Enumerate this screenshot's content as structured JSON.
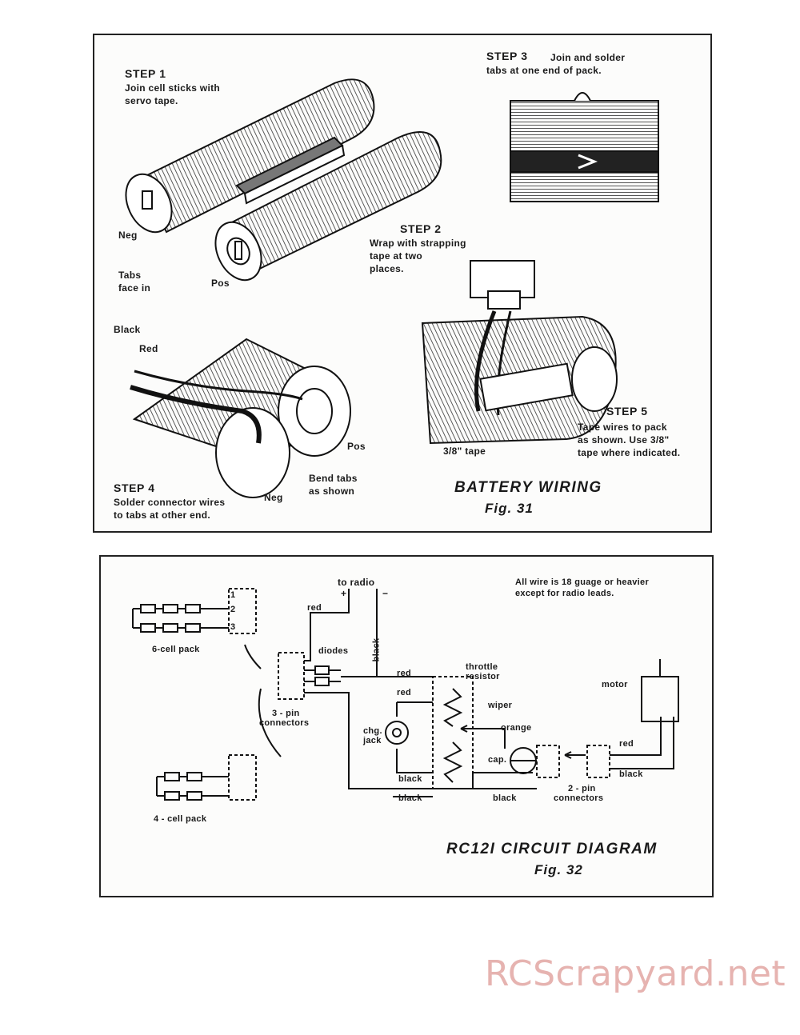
{
  "fig31": {
    "step1_title": "STEP 1",
    "step1_text_1": "Join cell sticks with",
    "step1_text_2": "servo tape.",
    "neg": "Neg",
    "tabs_1": "Tabs",
    "tabs_2": "face in",
    "pos": "Pos",
    "step2_title": "STEP 2",
    "step2_text_1": "Wrap with strapping",
    "step2_text_2": "tape at two",
    "step2_text_3": "places.",
    "step3_title": "STEP 3",
    "step3_text_1": "Join and solder",
    "step3_text_2": "tabs at one end of pack.",
    "black": "Black",
    "red": "Red",
    "pos2": "Pos",
    "neg2": "Neg",
    "bend_1": "Bend tabs",
    "bend_2": "as shown",
    "step4_title": "STEP 4",
    "step4_text_1": "Solder connector wires",
    "step4_text_2": "to tabs at other end.",
    "tape_label": "3/8\" tape",
    "step5_title": "STEP 5",
    "step5_text_1": "Tape wires to pack",
    "step5_text_2": "as shown. Use 3/8\"",
    "step5_text_3": "tape where indicated.",
    "caption_title": "BATTERY   WIRING",
    "caption_fig": "Fig. 31"
  },
  "fig32": {
    "to_radio": "to radio",
    "plus": "+",
    "minus": "−",
    "note_1": "All wire is 18 guage or heavier",
    "note_2": "except for radio leads.",
    "six_cell": "6-cell pack",
    "four_cell": "4 - cell pack",
    "red_top": "red",
    "diodes": "diodes",
    "black_v": "black",
    "red_a": "red",
    "red_b": "red",
    "throttle_1": "throttle",
    "throttle_2": "resistor",
    "wiper": "wiper",
    "orange": "orange",
    "chg_1": "chg.",
    "chg_2": "jack",
    "three_pin_1": "3 - pin",
    "three_pin_2": "connectors",
    "cap": "cap.",
    "motor": "motor",
    "red_motor": "red",
    "black_motor": "black",
    "black_a": "black",
    "black_b": "black",
    "black_c": "black",
    "two_pin_1": "2 - pin",
    "two_pin_2": "connectors",
    "pin_1": "1",
    "pin_2": "2",
    "pin_3": "3",
    "caption_title": "RC12I  CIRCUIT DIAGRAM",
    "caption_fig": "Fig. 32"
  },
  "watermark": "RCScrapyard.net",
  "colors": {
    "ink": "#1a1a1a",
    "watermark": "#e6b3b0",
    "paper": "#fcfcfb"
  }
}
